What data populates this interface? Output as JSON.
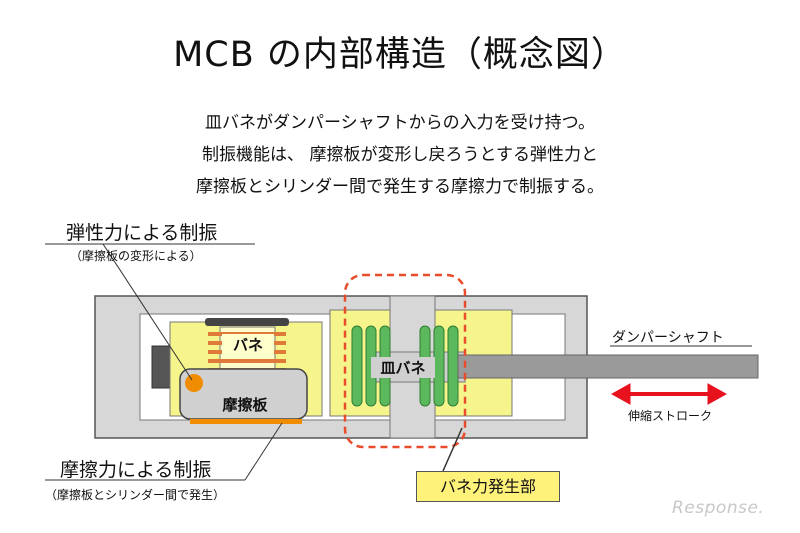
{
  "title": "MCB の内部構造（概念図）",
  "description": [
    "皿バネがダンパーシャフトからの入力を受け持つ。",
    "制振機能は、 摩擦板が変形し戻ろうとする弾性力と",
    "摩擦板とシリンダー間で発生する摩擦力で制振する。"
  ],
  "labels": {
    "elastic_title": "弾性力による制振",
    "elastic_sub": "（摩擦板の変形による）",
    "friction_title": "摩擦力による制振",
    "friction_sub": "（摩擦板とシリンダー間で発生）",
    "spring": "バネ",
    "friction_plate": "摩擦板",
    "disc_spring": "皿バネ",
    "damper_shaft": "ダンパーシャフト",
    "stroke": "伸縮ストローク",
    "spring_force_section": "バネ力発生部"
  },
  "watermark": "Response.",
  "colors": {
    "housing": "#d7d7d7",
    "yellow": "#f5f58c",
    "green": "#5cb85c",
    "orange": "#f08c00",
    "arrow_red": "#e8121e",
    "dashed_red": "#e84c2a",
    "shaft": "#9a9a9a"
  }
}
